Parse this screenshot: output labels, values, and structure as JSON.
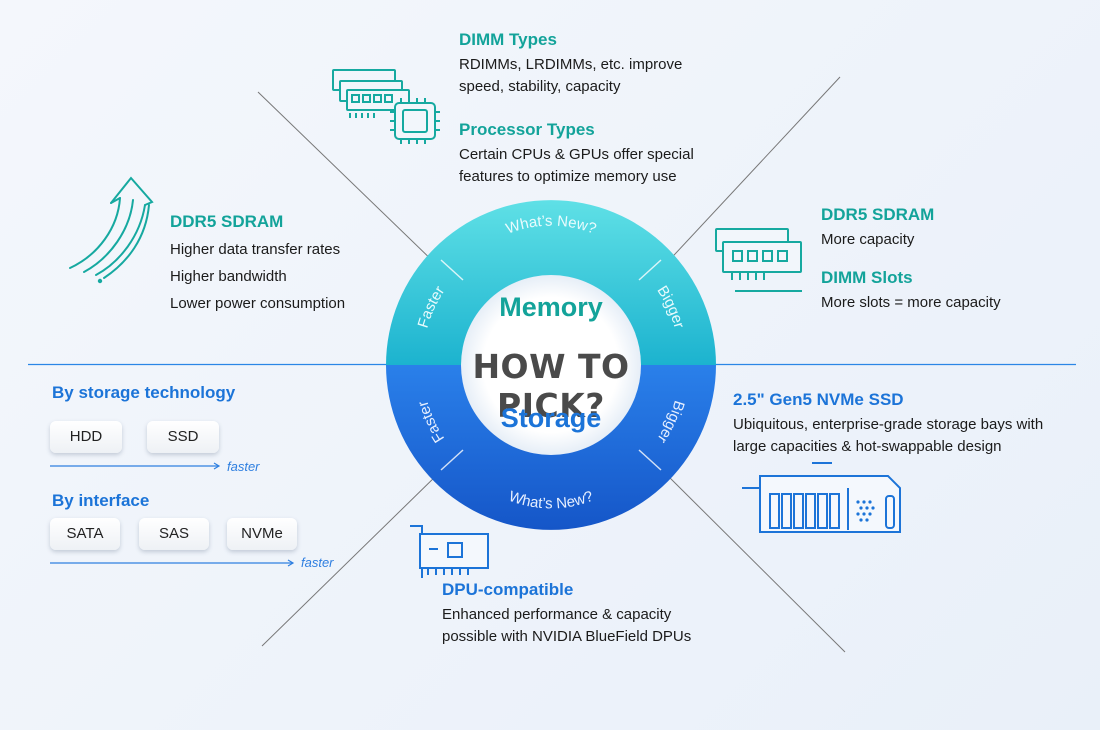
{
  "ring": {
    "top_label": "What’s New?",
    "left_top_label": "Faster",
    "right_top_label": "Bigger",
    "left_bottom_label": "Faster",
    "right_bottom_label": "Bigger",
    "bottom_label": "What’s New?"
  },
  "center": {
    "memory": "Memory",
    "question": "HOW TO PICK?",
    "storage": "Storage"
  },
  "memory": {
    "dimm_types": {
      "title": "DIMM Types",
      "lines": [
        "RDIMMs, LRDIMMs, etc. improve",
        "speed, stability, capacity"
      ]
    },
    "processor_types": {
      "title": "Processor Types",
      "lines": [
        "Certain CPUs & GPUs offer special",
        "features to optimize memory use"
      ]
    },
    "ddr5_faster": {
      "title": "DDR5 SDRAM",
      "lines": [
        "Higher data transfer rates",
        "Higher bandwidth",
        "Lower power consumption"
      ]
    },
    "ddr5_bigger": {
      "title": "DDR5 SDRAM",
      "lines": [
        "More capacity"
      ]
    },
    "dimm_slots": {
      "title": "DIMM Slots",
      "lines": [
        "More slots = more capacity"
      ]
    }
  },
  "storage": {
    "by_technology": {
      "title": "By storage technology",
      "options": [
        "HDD",
        "SSD"
      ],
      "arrow_label": "faster"
    },
    "by_interface": {
      "title": "By interface",
      "options": [
        "SATA",
        "SAS",
        "NVMe"
      ],
      "arrow_label": "faster"
    },
    "gen5": {
      "title": "2.5\" Gen5 NVMe SSD",
      "lines": [
        "Ubiquitous, enterprise-grade storage bays with",
        "large capacities & hot-swappable design"
      ]
    },
    "dpu": {
      "title": "DPU-compatible",
      "lines": [
        "Enhanced performance & capacity",
        "possible with NVIDIA BlueField DPUs"
      ]
    }
  },
  "icons": [
    "memory-modules-icon",
    "processor-chip-icon",
    "rising-arrow-icon",
    "ram-module-icon",
    "server-storage-icon",
    "dpu-card-icon"
  ],
  "colors": {
    "teal": "#13a39a",
    "blue": "#1c74d8",
    "ring_teal": "#2cc6d8",
    "ring_blue": "#1a6fdc"
  }
}
